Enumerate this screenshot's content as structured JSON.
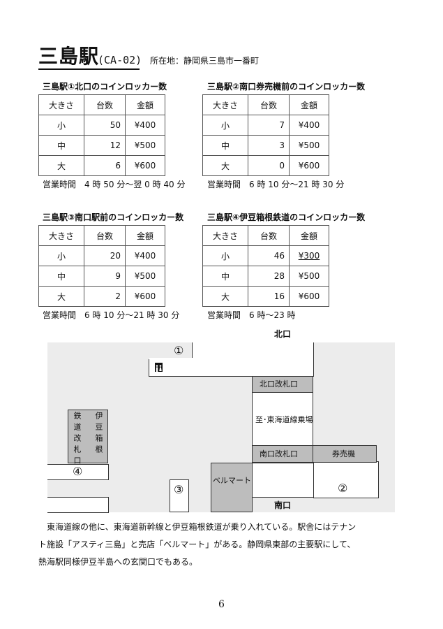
{
  "header": {
    "station": "三島駅",
    "code": "(CA-02)",
    "address": "所在地：静岡県三島市一番町"
  },
  "table_headers": [
    "大きさ",
    "台数",
    "金額"
  ],
  "lockers": [
    {
      "title": "三島駅①北口のコインロッカー数",
      "rows": [
        [
          "小",
          "50",
          "¥400"
        ],
        [
          "中",
          "12",
          "¥500"
        ],
        [
          "大",
          "6",
          "¥600"
        ]
      ],
      "hours": "営業時間　4 時 50 分〜翌 0 時 40 分"
    },
    {
      "title": "三島駅②南口券売機前のコインロッカー数",
      "rows": [
        [
          "小",
          "7",
          "¥400"
        ],
        [
          "中",
          "3",
          "¥500"
        ],
        [
          "大",
          "0",
          "¥600"
        ]
      ],
      "hours": "営業時間　6 時 10 分〜21 時 30 分"
    },
    {
      "title": "三島駅③南口駅前のコインロッカー数",
      "rows": [
        [
          "小",
          "20",
          "¥400"
        ],
        [
          "中",
          "9",
          "¥500"
        ],
        [
          "大",
          "2",
          "¥600"
        ]
      ],
      "hours": "営業時間　6 時 10 分〜21 時 30 分"
    },
    {
      "title": "三島駅④伊豆箱根鉄道のコインロッカー数",
      "rows": [
        [
          "小",
          "46",
          "¥300"
        ],
        [
          "中",
          "28",
          "¥500"
        ],
        [
          "大",
          "16",
          "¥600"
        ]
      ],
      "hours": "営業時間　6 時〜23 時"
    }
  ],
  "map": {
    "north_exit": "北口",
    "south_exit": "南口",
    "north_gate": "北口改札口",
    "south_gate": "南口改札口",
    "ticket_machines": "券売機",
    "platform": "至･東海道線乗場",
    "izuhakone_left": "鉄道改札口",
    "izuhakone_right": "伊豆箱根",
    "bellmart": "ベルマート",
    "toilet_icon": "restroom-icon",
    "marker1": "①",
    "marker2": "②",
    "marker3": "③",
    "marker4": "④"
  },
  "description": {
    "line1": "東海道線の他に、東海道新幹線と伊豆箱根鉄道が乗り入れている。駅舎にはテナン",
    "line2": "ト施設「アスティ三島」と売店「ベルマート」がある。静岡県東部の主要駅にして、",
    "line3": "熱海駅同様伊豆半島への玄関口でもある。"
  },
  "page_number": "6"
}
